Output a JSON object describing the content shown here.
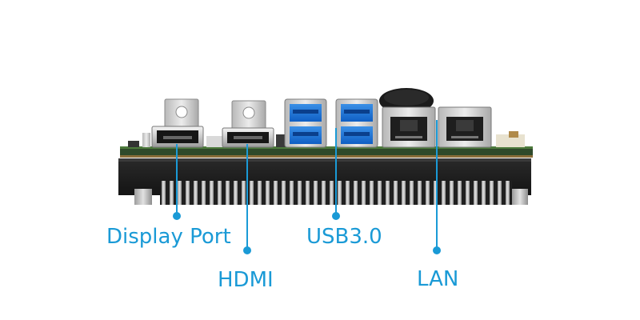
{
  "accent_color": "#1a9ad6",
  "callouts": [
    {
      "name": "display-port",
      "label": "Display Port"
    },
    {
      "name": "hdmi",
      "label": "HDMI"
    },
    {
      "name": "usb3",
      "label": "USB3.0"
    },
    {
      "name": "lan",
      "label": "LAN"
    }
  ]
}
